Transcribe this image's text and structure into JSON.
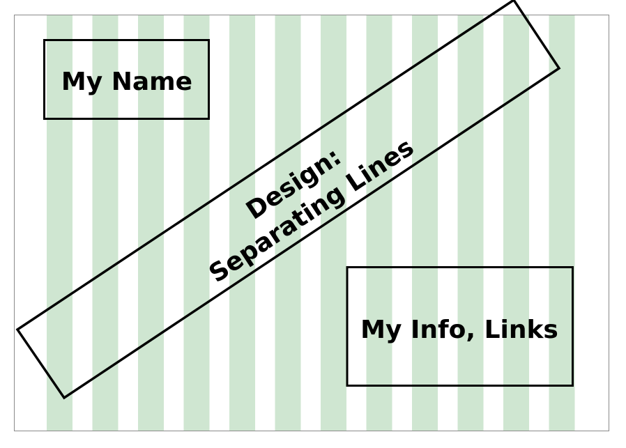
{
  "diagram": {
    "stripe_color": "#cfe6d1",
    "border_color": "#000000",
    "frame_border_color": "#8a8a8a",
    "name_box": {
      "label": "My Name"
    },
    "design_banner": {
      "line1": "Design:",
      "line2": "Separating Lines"
    },
    "info_box": {
      "label": "My Info, Links"
    }
  }
}
